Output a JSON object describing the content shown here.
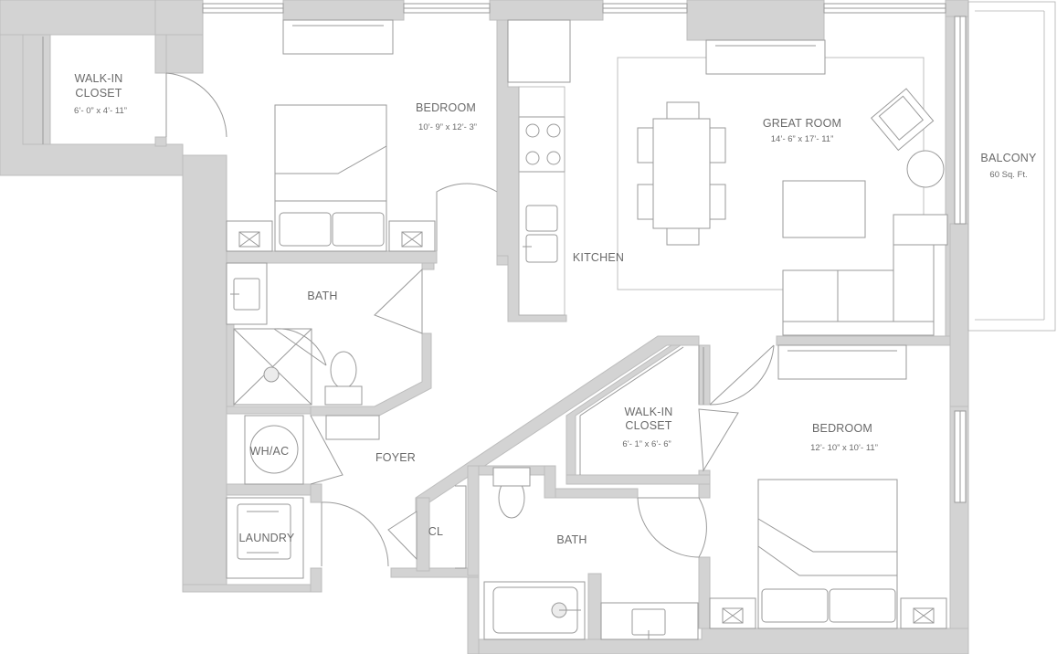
{
  "rooms": {
    "walkin_closet_1": {
      "name_line1": "WALK-IN",
      "name_line2": "CLOSET",
      "dims": "6’- 0” x 4’- 11”"
    },
    "bedroom_1": {
      "name": "BEDROOM",
      "dims": "10’- 9” x 12’- 3”"
    },
    "great_room": {
      "name": "GREAT ROOM",
      "dims": "14’- 6” x 17’- 11”"
    },
    "balcony": {
      "name": "BALCONY",
      "dims": "60 Sq. Ft."
    },
    "kitchen": {
      "name": "KITCHEN"
    },
    "bath_1": {
      "name": "BATH"
    },
    "walkin_closet_2": {
      "name_line1": "WALK-IN",
      "name_line2": "CLOSET",
      "dims": "6’- 1” x 6’- 6”"
    },
    "bedroom_2": {
      "name": "BEDROOM",
      "dims": "12’- 10” x 10’- 11”"
    },
    "wh_ac": {
      "name": "WH/AC"
    },
    "foyer": {
      "name": "FOYER"
    },
    "laundry": {
      "name": "LAUNDRY"
    },
    "cl": {
      "name": "CL"
    },
    "bath_2": {
      "name": "BATH"
    }
  },
  "colors": {
    "wall": "#d3d3d3",
    "line": "#9a9a9a",
    "text": "#6a6a6a"
  }
}
